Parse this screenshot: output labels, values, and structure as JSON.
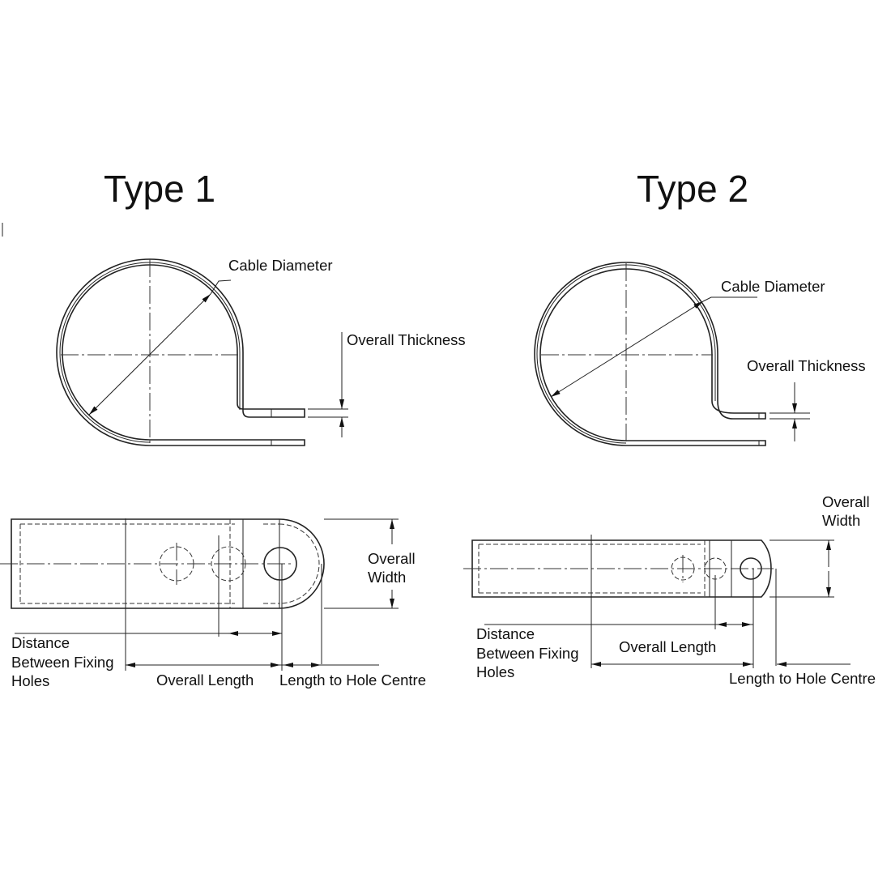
{
  "type1": {
    "title": "Type 1",
    "side_view": {
      "cable_diameter": "Cable Diameter",
      "overall_thickness": "Overall Thickness"
    },
    "plan_view": {
      "overall_width": [
        "Overall",
        "Width"
      ],
      "distance_between_fixing_holes": [
        "Distance",
        "Between Fixing",
        "Holes"
      ],
      "overall_length": "Overall Length",
      "length_to_hole_centre": "Length to Hole Centre"
    }
  },
  "type2": {
    "title": "Type 2",
    "side_view": {
      "cable_diameter": "Cable Diameter",
      "overall_thickness": "Overall Thickness"
    },
    "plan_view": {
      "overall_width": [
        "Overall",
        "Width"
      ],
      "distance_between_fixing_holes": [
        "Distance",
        "Between Fixing",
        "Holes"
      ],
      "overall_length": "Overall Length",
      "length_to_hole_centre": "Length to Hole Centre"
    }
  }
}
